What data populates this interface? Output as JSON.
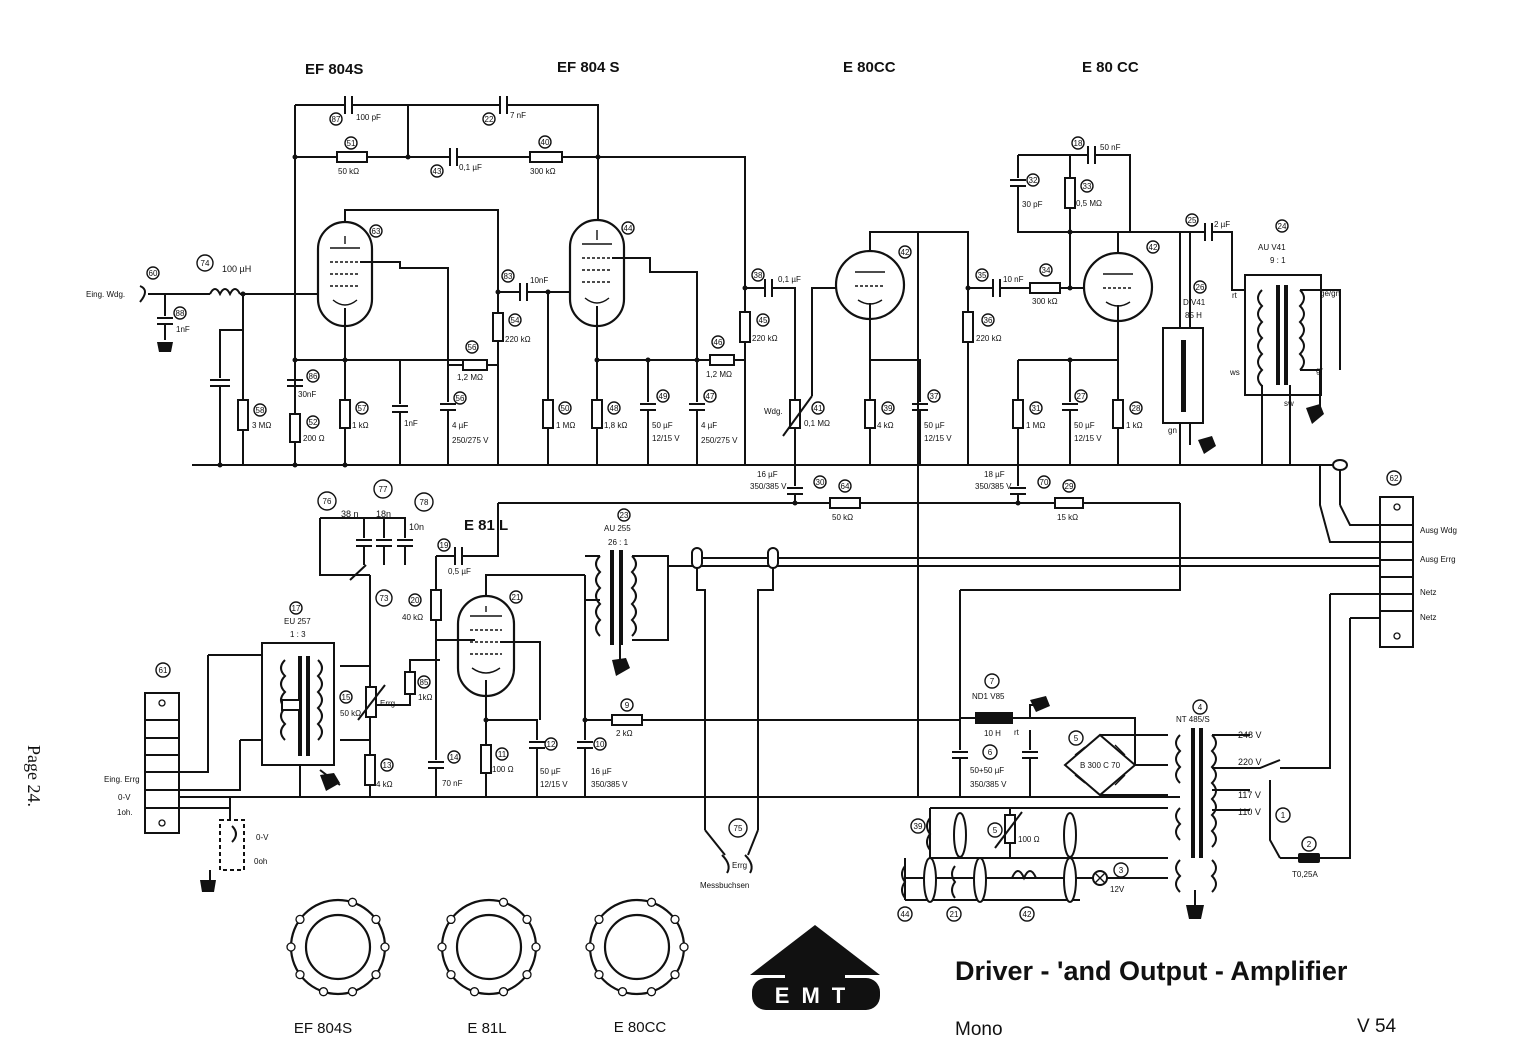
{
  "tubes": {
    "v1": "EF 804S",
    "v2": "EF 804 S",
    "v3": "E 80CC",
    "v4": "E 80 CC",
    "v5": "E 81 L"
  },
  "title": {
    "main": "Driver - 'and Output - Amplifier",
    "mono": "Mono",
    "model": "V 54"
  },
  "page_label": "Page 24.",
  "logo": {
    "letters": "EMT"
  },
  "bases": [
    {
      "name": "EF 804S"
    },
    {
      "name": "E 81L"
    },
    {
      "name": "E 80CC"
    }
  ],
  "inputs": {
    "eing_wdg": "Eing. Wdg.",
    "inductor": "100 µH",
    "eing_errg": "Eing. Errg",
    "zero_v": "0-V",
    "ohm_1": "1oh.",
    "zero_v2": "0-V",
    "ohm_0": "0oh",
    "errg_mess": "Errg",
    "messbuchsen": "Messbuchsen",
    "wdg": "Wdg."
  },
  "outputs": {
    "ausg_wdg": "Ausg Wdg",
    "ausg_errg": "Ausg Errg",
    "netz1": "Netz",
    "netz2": "Netz"
  },
  "components": {
    "c87": "100 pF",
    "c22": "7 nF",
    "r51": "50 kΩ",
    "c43": "0,1 µF",
    "r40": "300 kΩ",
    "c83": "10nF",
    "r54": "220 kΩ",
    "r56": "1,2 MΩ",
    "c56": "4 µF",
    "c56v": "250/275 V",
    "r58": "3 MΩ",
    "c86": "30nF",
    "r52": "200 Ω",
    "r57": "1 kΩ",
    "c1nf": "1nF",
    "r50": "1 MΩ",
    "r48": "1,8 kΩ",
    "c49": "50 µF",
    "c49v": "12/15 V",
    "r46": "1,2 MΩ",
    "c47": "4 µF",
    "c47v": "250/275 V",
    "c38": "0,1 µF",
    "r45": "220 kΩ",
    "p41": "0,1 MΩ",
    "r39": "4 kΩ",
    "c37": "50 µF",
    "c37v": "12/15 V",
    "c16": "16 µF",
    "c16v": "350/385 V",
    "r64": "50 kΩ",
    "c35": "10 nF",
    "r34": "300 kΩ",
    "r36": "220 kΩ",
    "c18": "50 nF",
    "c32": "30 pF",
    "r33": "0,5 MΩ",
    "r31": "1 MΩ",
    "c27": "50 µF",
    "c27v": "12/15 V",
    "r28": "1 kΩ",
    "c18b": "18 µF",
    "c18bv": "350/385 V",
    "r29": "15 kΩ",
    "c25": "2 µF",
    "l26": "D V41",
    "l26b": "85 H",
    "t24": "AU V41",
    "t24r": "9 : 1",
    "rt": "rt",
    "ge_gn": "ge/gn",
    "ws": "ws",
    "gr": "gr",
    "sw": "sw",
    "gn": "gn",
    "c76": "38 n",
    "c77": "18n",
    "c78": "10n",
    "t23": "AU 255",
    "t23r": "26 : 1",
    "c19": "0,5 µF",
    "r20": "40 kΩ",
    "t17": "EU 257",
    "t17r": "1 : 3",
    "p15": "50 kΩ",
    "errg": "Errg",
    "r85": "1kΩ",
    "r13": "4 kΩ",
    "c14": "70 nF",
    "r11": "100 Ω",
    "c12": "50 µF",
    "c12v": "12/15 V",
    "c10": "16 µF",
    "c10v": "350/385 V",
    "r9": "2 kΩ",
    "l7": "ND1 V85",
    "l7b": "10 H",
    "c6": "50+50 µF",
    "c6v": "350/385 V",
    "b5": "B 300 C 70",
    "t4": "NT 485/S",
    "v248": "248 V",
    "v220": "220 V",
    "v117": "117 V",
    "v110": "110 V",
    "f2": "T0,25A",
    "r100": "100 Ω",
    "v12": "12V"
  }
}
